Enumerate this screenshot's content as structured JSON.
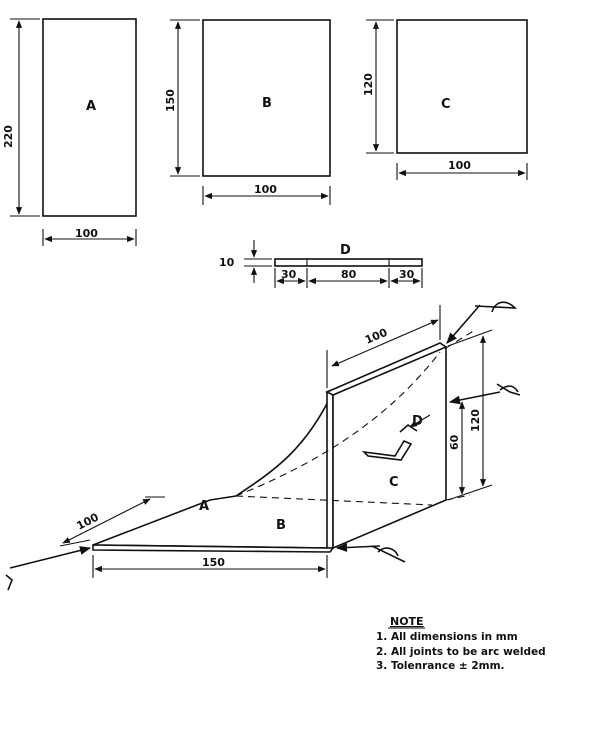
{
  "plates": {
    "a": {
      "label": "A",
      "height_dim": "220",
      "width_dim": "100"
    },
    "b": {
      "label": "B",
      "height_dim": "150",
      "width_dim": "100"
    },
    "c": {
      "label": "C",
      "height_dim": "120",
      "width_dim": "100"
    },
    "d": {
      "label": "D",
      "thickness_dim": "10",
      "left_dim": "30",
      "middle_dim": "80",
      "right_dim": "30"
    }
  },
  "assembly": {
    "top_width_dim": "100",
    "c_height_dim": "120",
    "c_inner_dim": "60",
    "base_depth_dim": "100",
    "base_length_dim": "150",
    "label_a": "A",
    "label_b": "B",
    "label_c": "C",
    "label_d": "D"
  },
  "note": {
    "title": "NOTE",
    "items": [
      "1. All dimensions in mm",
      "2. All joints to be arc welded",
      "3. Tolenrance ± 2mm."
    ]
  }
}
